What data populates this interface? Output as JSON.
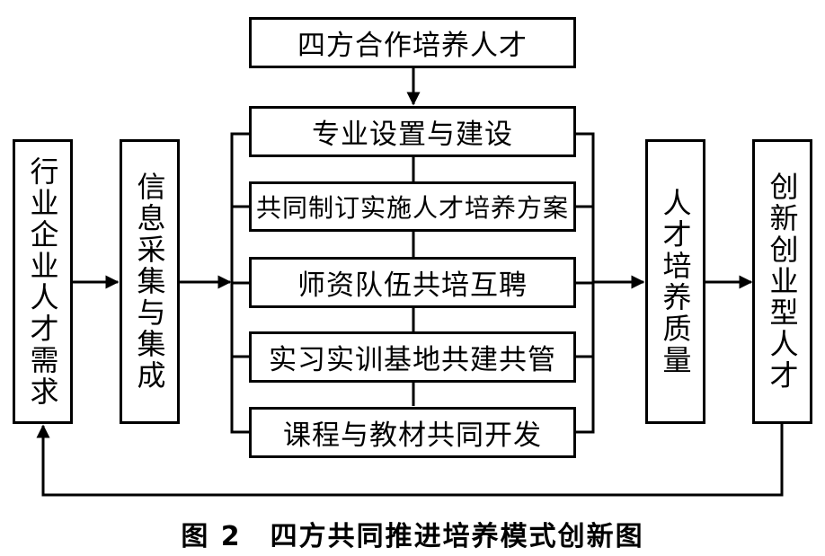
{
  "top_box": "四方合作培养人才",
  "left_boxes": {
    "industry_demand": "行业企业人才需求",
    "info_collection": "信息采集与集成"
  },
  "center_boxes": [
    "专业设置与建设",
    "共同制订实施人才培养方案",
    "师资队伍共培互聘",
    "实习实训基地共建共管",
    "课程与教材共同开发"
  ],
  "right_boxes": {
    "training_quality": "人才培养质量",
    "innovative_talent": "创新创业型人才"
  },
  "caption": "图 2　四方共同推进培养模式创新图"
}
